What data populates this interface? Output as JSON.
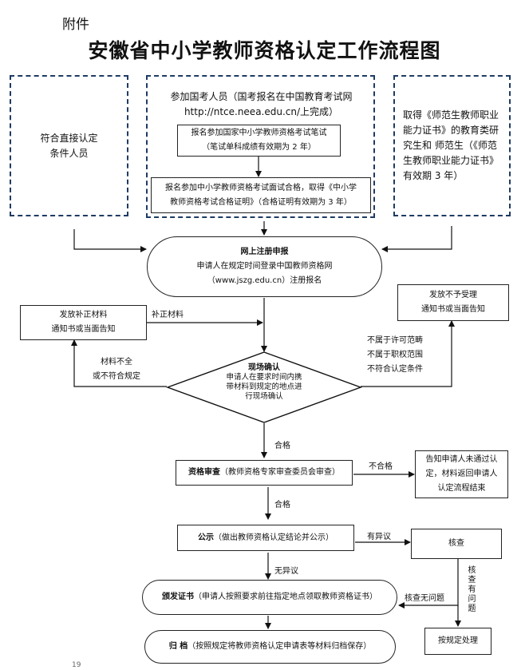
{
  "annex": "附件",
  "title": "安徽省中小学教师资格认定工作流程图",
  "left_box": "符合直接认定\n条件人员",
  "middle_group": {
    "header_line1": "参加国考人员（国考报名在中国教育考试网",
    "header_line2": "http://ntce.neea.edu.cn/上完成）",
    "box1_line1": "报名参加国家中小学教师资格考试笔试",
    "box1_line2": "（笔试单科成绩有效期为 2 年）",
    "box2_line1": "报名参加中小学教师资格考试面试合格，取得《中小学",
    "box2_line2": "教师资格考试合格证明》（合格证明有效期为 3 年）"
  },
  "right_box": "取得《师范生教师职业能力证书》的教育类研究生和 师范生（《师范生教师职业能力证书》 有效期 3 年）",
  "online": {
    "title": "网上注册申报",
    "line1": "申请人在规定时间登录中国教师资格网",
    "line2": "（www.jszg.edu.cn）注册报名"
  },
  "supplement_box": {
    "line1": "发放补正材料",
    "line2": "通知书或当面告知"
  },
  "supplement_label": "补正材料",
  "reject_box": {
    "line1": "发放不予受理",
    "line2": "通知书或当面告知"
  },
  "incomplete_label": {
    "line1": "材料不全",
    "line2": "或不符合规定"
  },
  "not_eligible_label": {
    "line1": "不属于许可范畴",
    "line2": "不属于职权范围",
    "line3": "不符合认定条件"
  },
  "onsite": {
    "title": "现场确认",
    "line1": "申请人在要求时间内携",
    "line2": "带材料到规定的地点进",
    "line3": "行现场确认"
  },
  "pass_label_1": "合格",
  "review": {
    "bold": "资格审查",
    "rest": "（教师资格专家审查委员会审查）"
  },
  "fail_label": "不合格",
  "fail_box": {
    "line1": "告知申请人未通过认",
    "line2": "定，材料返回申请人",
    "line3": "认定流程结束"
  },
  "pass_label_2": "合格",
  "publicity": {
    "bold": "公示",
    "rest": "（做出教师资格认定结论并公示）"
  },
  "objection_label": "有异议",
  "verify_box": "核查",
  "no_objection_label": "无异议",
  "verify_problem_label": "核查有问题",
  "verify_ok_label": "核查无问题",
  "certificate": {
    "bold": "颁发证书",
    "rest": "（申请人按照要求前往指定地点领取教师资格证书）"
  },
  "handle_box": "按规定处理",
  "archive": {
    "bold": "归  档",
    "rest": "（按照规定将教师资格认定申请表等材料归档保存）"
  },
  "page_number": "19"
}
